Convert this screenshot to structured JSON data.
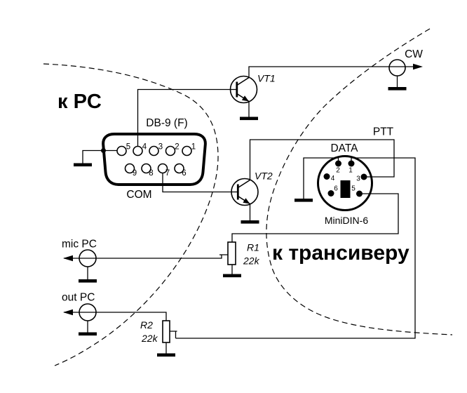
{
  "colors": {
    "ink": "#000000",
    "background": "#ffffff"
  },
  "regions": {
    "pc": "к PC",
    "transceiver": "к трансиверу"
  },
  "db9": {
    "title": "DB-9 (F)",
    "caption": "COM",
    "top_pins": [
      "5",
      "4",
      "3",
      "2",
      "1"
    ],
    "bottom_pins": [
      "9",
      "8",
      "7",
      "6"
    ]
  },
  "minidin": {
    "title": "DATA",
    "caption": "MiniDIN-6",
    "pins": {
      "p1": "1",
      "p2": "2",
      "p3": "3",
      "p4": "4",
      "p5": "5",
      "p6": "6"
    }
  },
  "transistors": {
    "vt1": "VT1",
    "vt2": "VT2"
  },
  "resistors": {
    "r1": {
      "ref": "R1",
      "value": "22k"
    },
    "r2": {
      "ref": "R2",
      "value": "22k"
    }
  },
  "signals": {
    "cw": "CW",
    "ptt": "PTT",
    "mic": "mic PC",
    "out": "out PC"
  }
}
